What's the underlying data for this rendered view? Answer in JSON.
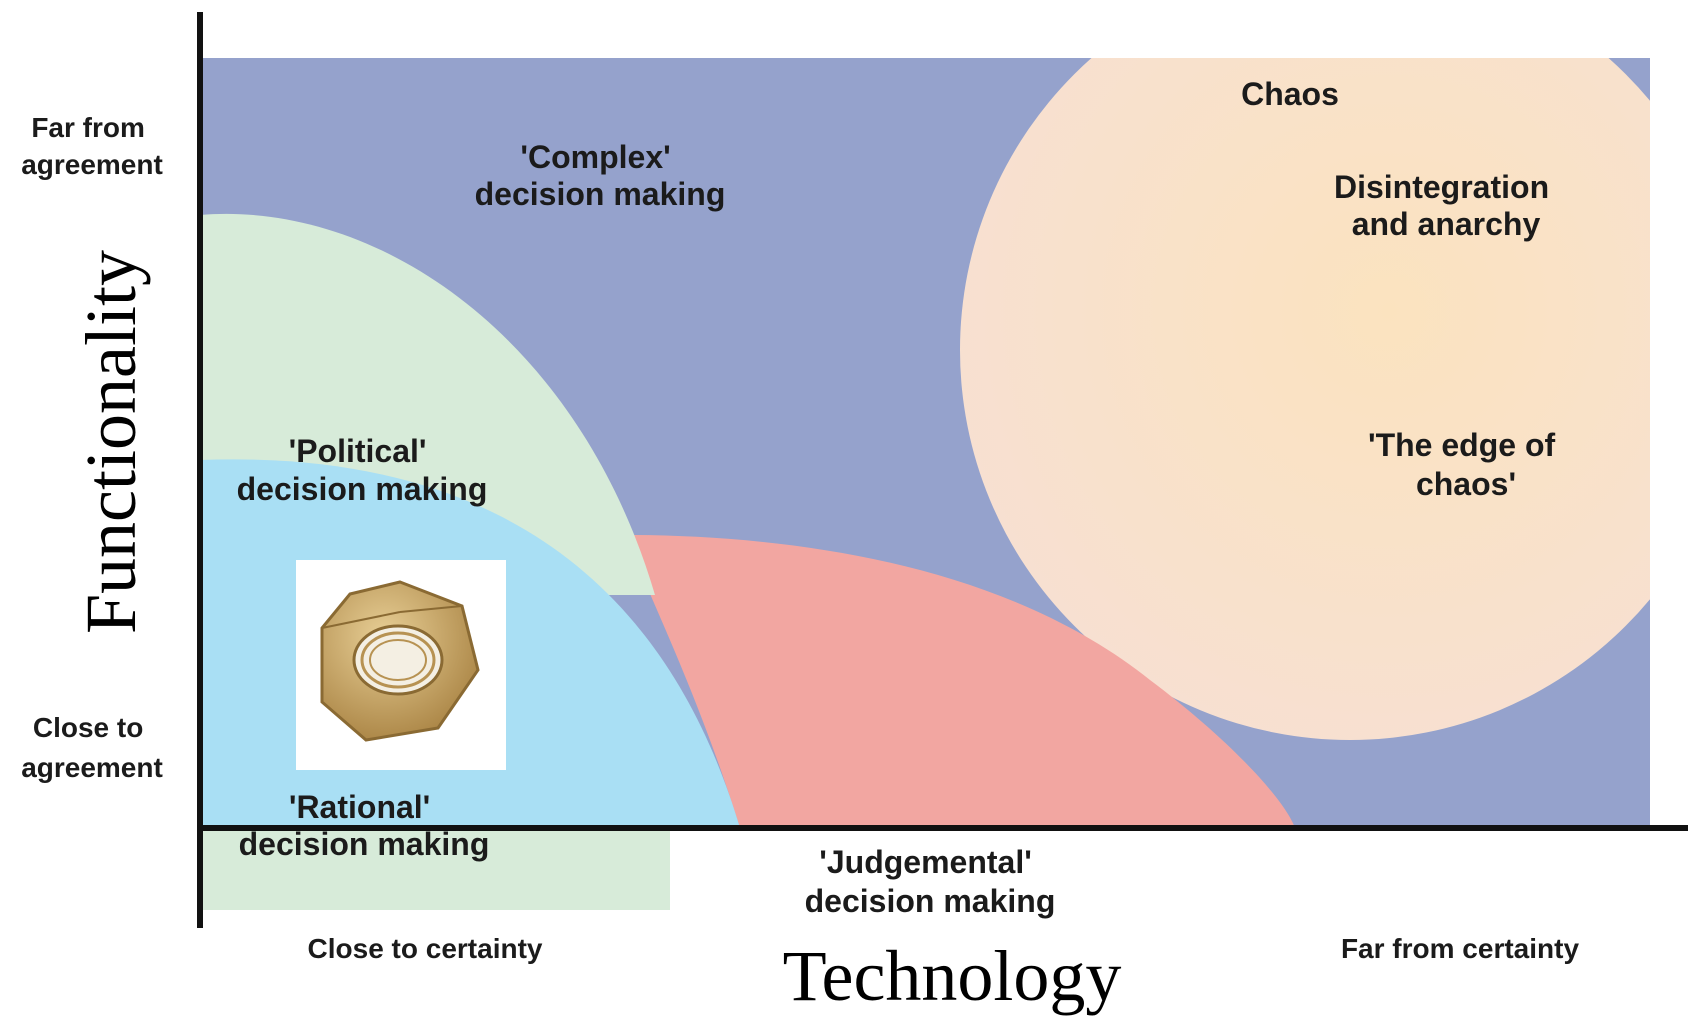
{
  "y_axis": {
    "title": "Functionality",
    "top_label": [
      "Far from",
      "agreement"
    ],
    "bottom_label": [
      "Close to",
      "agreement"
    ]
  },
  "x_axis": {
    "title": "Technology",
    "left_label": "Close to certainty",
    "right_label": "Far from certainty"
  },
  "regions": {
    "complex": [
      "'Complex'",
      "decision making"
    ],
    "political": [
      "'Political'",
      "decision making"
    ],
    "rational": [
      "'Rational'",
      "decision making"
    ],
    "judgemental": [
      "'Judgemental'",
      "decision making"
    ],
    "chaos": "Chaos",
    "disintegration": [
      "Disintegration",
      "and anarchy"
    ],
    "edge": [
      "'The edge of",
      "chaos'"
    ]
  },
  "image": {
    "icon": "hex-nut-icon"
  },
  "colors": {
    "complex": "#95a2cc",
    "political": "#d7ebd9",
    "rational": "#a9dff4",
    "judgemental": "#f2a6a1",
    "chaos": "#fbe6c8",
    "nut": "#c9a45c"
  }
}
